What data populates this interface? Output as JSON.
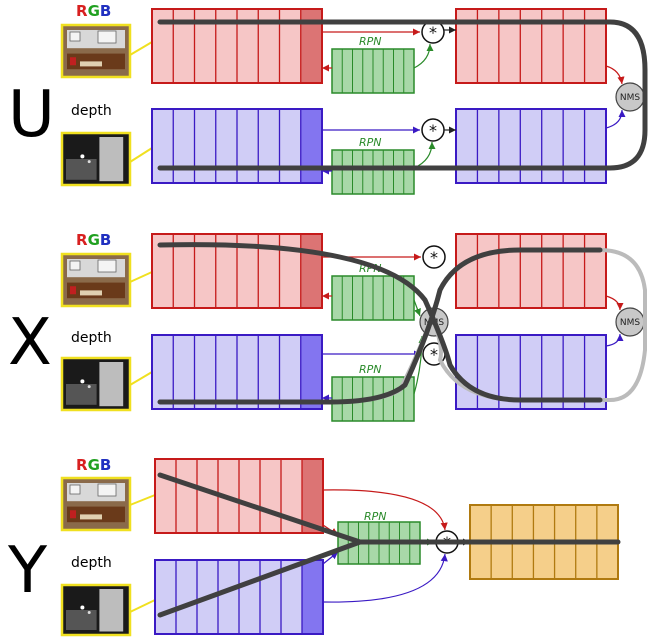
{
  "labels": {
    "rgb_r": "R",
    "rgb_g": "G",
    "rgb_b": "B",
    "depth": "depth",
    "rpn": "RPN",
    "nms": "NMS",
    "star": "*"
  },
  "panels": [
    {
      "letter": "U"
    },
    {
      "letter": "X"
    },
    {
      "letter": "Y"
    }
  ],
  "colors": {
    "red_fill": "#f6c6c6",
    "red_stroke": "#c61a1a",
    "red_dark": "#d96a6a",
    "blue_fill": "#d0cdf6",
    "blue_stroke": "#3a1ac4",
    "blue_dark": "#7a6cf0",
    "green_fill": "#a8d8a8",
    "green_stroke": "#2a8a2a",
    "orange_fill": "#f5cf8a",
    "orange_stroke": "#b07a10",
    "thumb_border": "#f0e020",
    "path_dark": "#404040",
    "path_light": "#bbbbbb"
  },
  "icons": {
    "rgb_image": "photo-rgb-icon",
    "depth_image": "photo-depth-icon"
  }
}
